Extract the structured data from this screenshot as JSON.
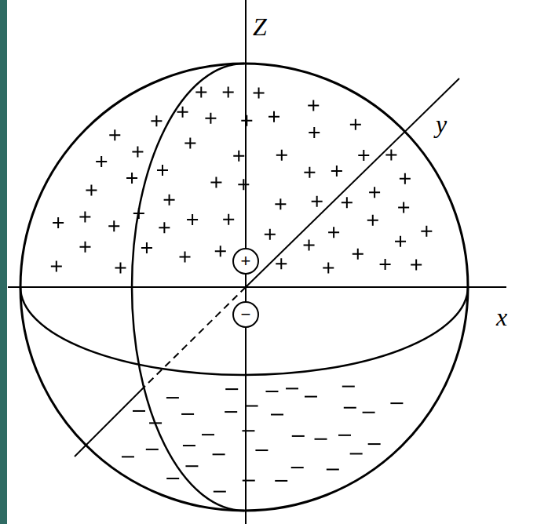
{
  "diagram": {
    "nodes": [
      {
        "text": [
          "+"
        ]
      },
      {
        "text": [
          "−"
        ]
      }
    ],
    "labels": [
      "Z",
      "y",
      "x"
    ]
  }
}
